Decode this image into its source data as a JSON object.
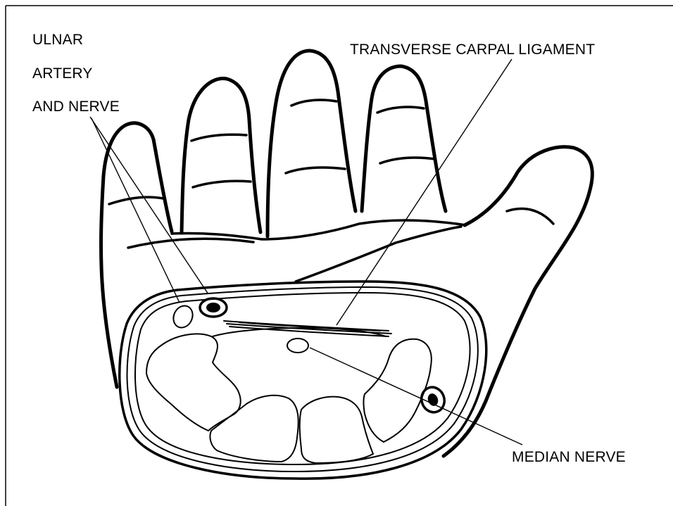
{
  "labels": {
    "ulnar_line1": "ULNAR",
    "ulnar_line2": "ARTERY",
    "ulnar_line3": "AND NERVE",
    "transverse_carpal_ligament": "TRANSVERSE CARPAL LIGAMENT",
    "median_nerve": "MEDIAN NERVE"
  },
  "colors": {
    "ink": "#000000",
    "background": "#ffffff"
  }
}
